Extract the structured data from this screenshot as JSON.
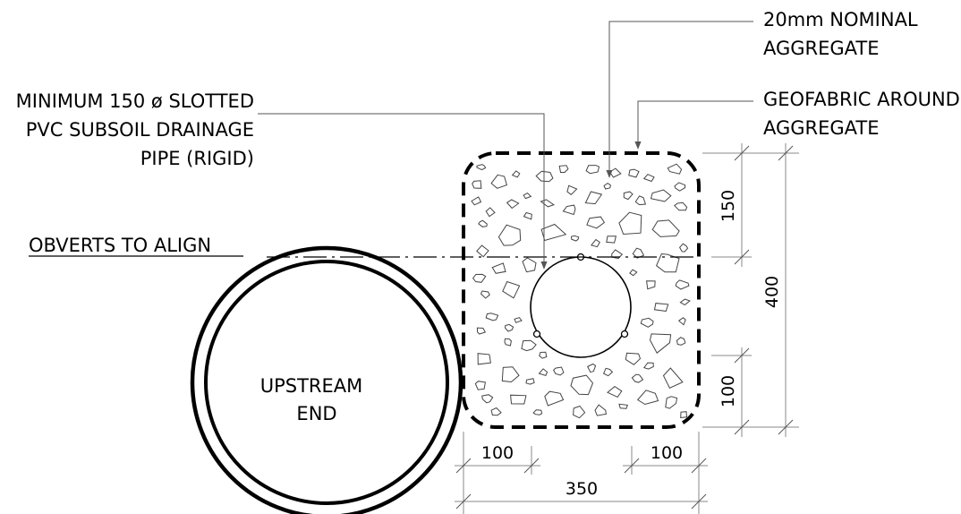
{
  "labels": {
    "aggregate_line1": "20mm NOMINAL",
    "aggregate_line2": "AGGREGATE",
    "geofabric_line1": "GEOFABRIC AROUND",
    "geofabric_line2": "AGGREGATE",
    "pipe_line1": "MINIMUM 150 ø SLOTTED",
    "pipe_line2": "PVC SUBSOIL DRAINAGE",
    "pipe_line3": "PIPE (RIGID)",
    "obverts": "OBVERTS TO ALIGN",
    "upstream_line1": "UPSTREAM",
    "upstream_line2": "END"
  },
  "dimensions": {
    "top_cover": "150",
    "total_height": "400",
    "bottom_cover": "100",
    "left_offset": "100",
    "right_offset": "100",
    "total_width": "350"
  }
}
